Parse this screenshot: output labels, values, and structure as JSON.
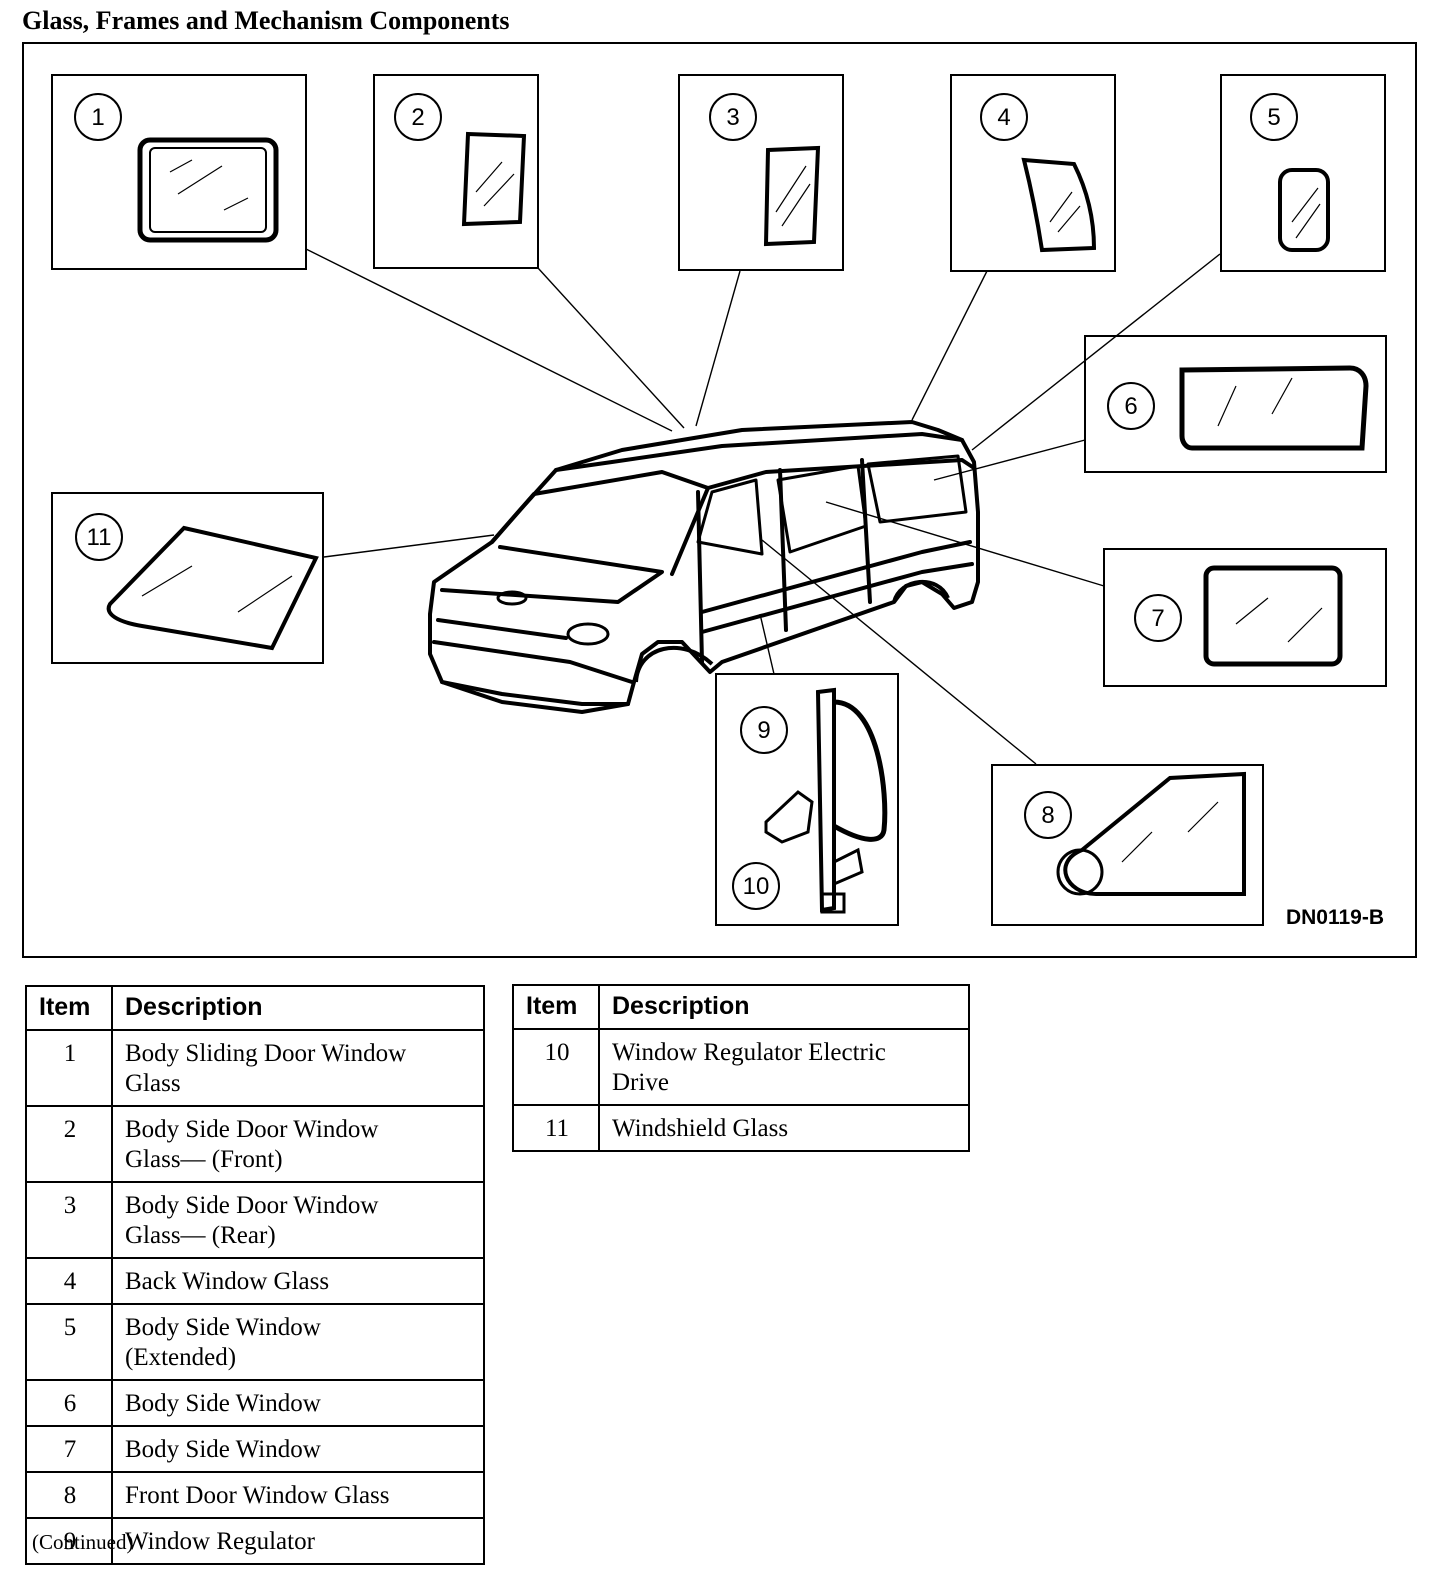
{
  "title": "Glass, Frames and Mechanism Components",
  "figure": {
    "id": "DN0119-B",
    "callouts": [
      "1",
      "2",
      "3",
      "4",
      "5",
      "6",
      "7",
      "8",
      "9",
      "10",
      "11"
    ]
  },
  "table": {
    "headers": {
      "item": "Item",
      "description": "Description"
    },
    "left_rows": [
      {
        "item": "1",
        "lines": [
          "Body Sliding Door Window",
          "Glass"
        ]
      },
      {
        "item": "2",
        "lines": [
          "Body Side Door Window",
          "Glass— (Front)"
        ]
      },
      {
        "item": "3",
        "lines": [
          "Body Side Door Window",
          "Glass— (Rear)"
        ]
      },
      {
        "item": "4",
        "lines": [
          "Back Window Glass"
        ]
      },
      {
        "item": "5",
        "lines": [
          "Body Side Window",
          "(Extended)"
        ]
      },
      {
        "item": "6",
        "lines": [
          "Body Side Window"
        ]
      },
      {
        "item": "7",
        "lines": [
          "Body Side Window"
        ]
      },
      {
        "item": "8",
        "lines": [
          "Front Door Window Glass"
        ]
      },
      {
        "item": "9",
        "lines": [
          "Window Regulator"
        ]
      }
    ],
    "right_rows": [
      {
        "item": "10",
        "lines": [
          "Window Regulator Electric",
          "Drive"
        ]
      },
      {
        "item": "11",
        "lines": [
          "Windshield Glass"
        ]
      }
    ]
  },
  "footer": "(Continued)"
}
